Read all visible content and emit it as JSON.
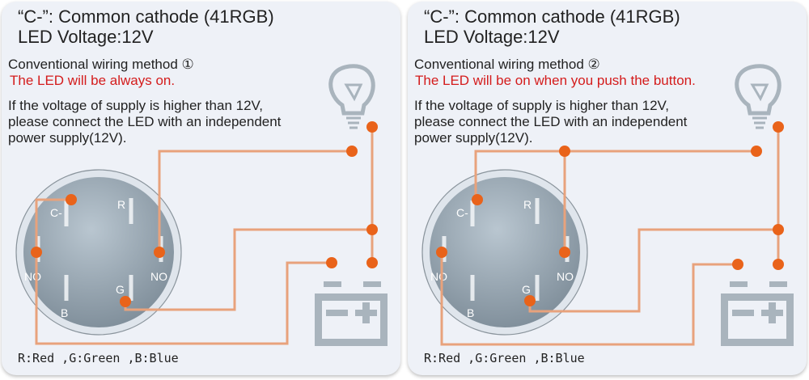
{
  "panels": [
    {
      "title": "“C-”: Common cathode (41RGB)",
      "voltage": "LED Voltage:12V",
      "method": "Conventional wiring method ①",
      "note": "The LED will be always on.",
      "warning1": "If the voltage of supply is higher than 12V,",
      "warning2": "please connect the LED with an independent",
      "warning3": "power supply(12V).",
      "legend": "R:Red ,G:Green ,B:Blue"
    },
    {
      "title": "“C-”: Common cathode (41RGB)",
      "voltage": "LED Voltage:12V",
      "method": "Conventional wiring method ②",
      "note": "The LED will be on when you push the button.",
      "warning1": "If the voltage of supply is higher than 12V,",
      "warning2": "please connect the LED with an independent",
      "warning3": "power supply(12V).",
      "legend": "R:Red ,G:Green ,B:Blue"
    }
  ],
  "pins": {
    "c": "C-",
    "r": "R",
    "no": "NO",
    "g": "G",
    "b": "B"
  },
  "icons": [
    "lightbulb-icon",
    "battery-icon"
  ],
  "colors": {
    "wire": "#e8a27c",
    "dot": "#e9631a",
    "note": "#d41c1c",
    "icon": "#a9b4bd"
  }
}
